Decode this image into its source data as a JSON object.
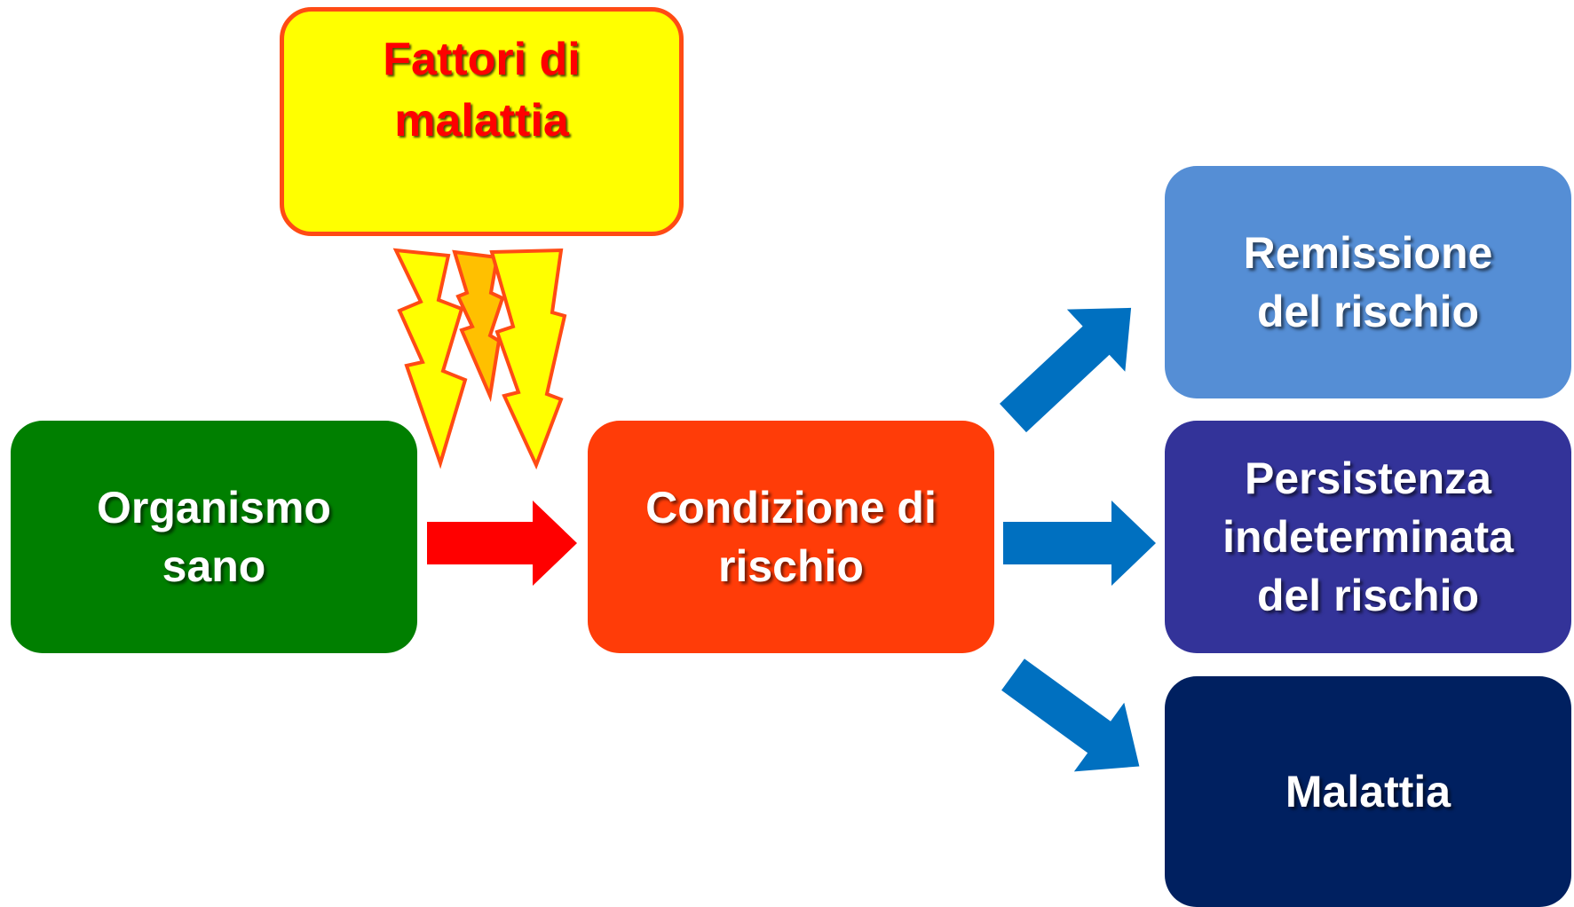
{
  "colors": {
    "fattori_fill": "#ffff00",
    "fattori_border": "#ff4b14",
    "fattori_text": "#ff0000",
    "organismo": "#007f00",
    "condizione": "#ff3c08",
    "remissione": "#558ed5",
    "persistenza": "#333399",
    "malattia": "#002060",
    "red_arrow": "#ff0000",
    "blue_arrow": "#0070c0",
    "lightning_fill": "#ffff00",
    "lightning_inner": "#ffc000",
    "lightning_stroke": "#ff4b14"
  },
  "nodes": {
    "fattori": "Fattori di\nmalattia",
    "organismo": "Organismo\nsano",
    "condizione": "Condizione di\nrischio",
    "remissione": "Remissione\ndel rischio",
    "persistenza": "Persistenza\nindeterminata\ndel rischio",
    "malattia": "Malattia"
  },
  "icons": {
    "lightning": "lightning-bolt-icon"
  }
}
